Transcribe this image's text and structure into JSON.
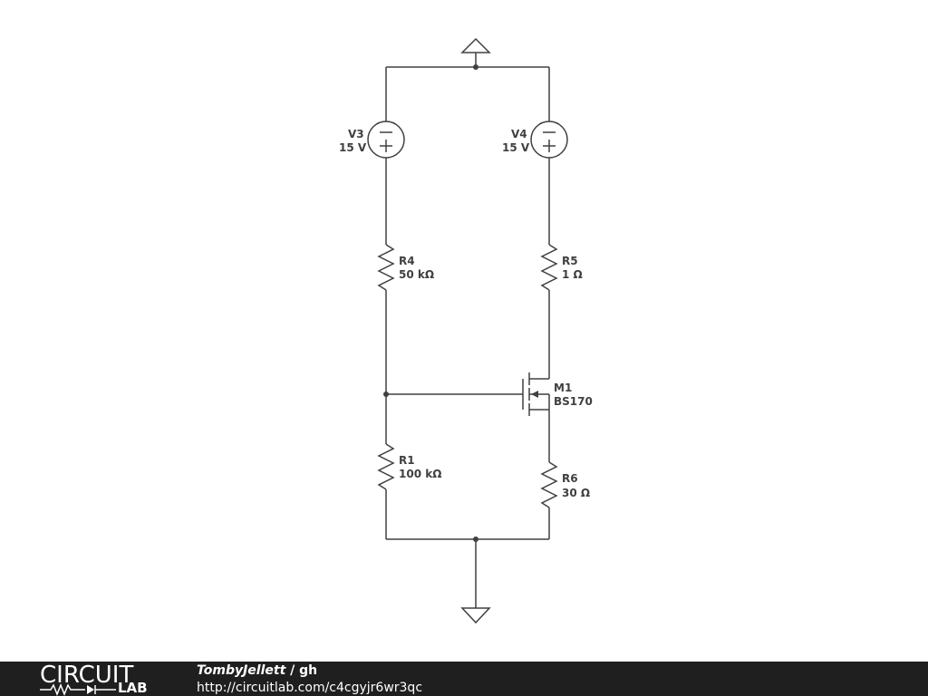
{
  "components": {
    "v3": {
      "name": "V3",
      "value": "15 V"
    },
    "v4": {
      "name": "V4",
      "value": "15 V"
    },
    "r4": {
      "name": "R4",
      "value": "50 kΩ"
    },
    "r5": {
      "name": "R5",
      "value": "1 Ω"
    },
    "m1": {
      "name": "M1",
      "value": "BS170"
    },
    "r1": {
      "name": "R1",
      "value": "100 kΩ"
    },
    "r6": {
      "name": "R6",
      "value": "30 Ω"
    }
  },
  "footer": {
    "logo_top": "CIRCUIT",
    "logo_bottom": "LAB",
    "author": "TombyJellett",
    "separator": " / ",
    "project": "gh",
    "url": "http://circuitlab.com/c4cgyjr6wr3qc"
  },
  "colors": {
    "schematic_stroke": "#404040",
    "footer_bg": "#1f1f1f",
    "footer_text": "#ffffff"
  }
}
